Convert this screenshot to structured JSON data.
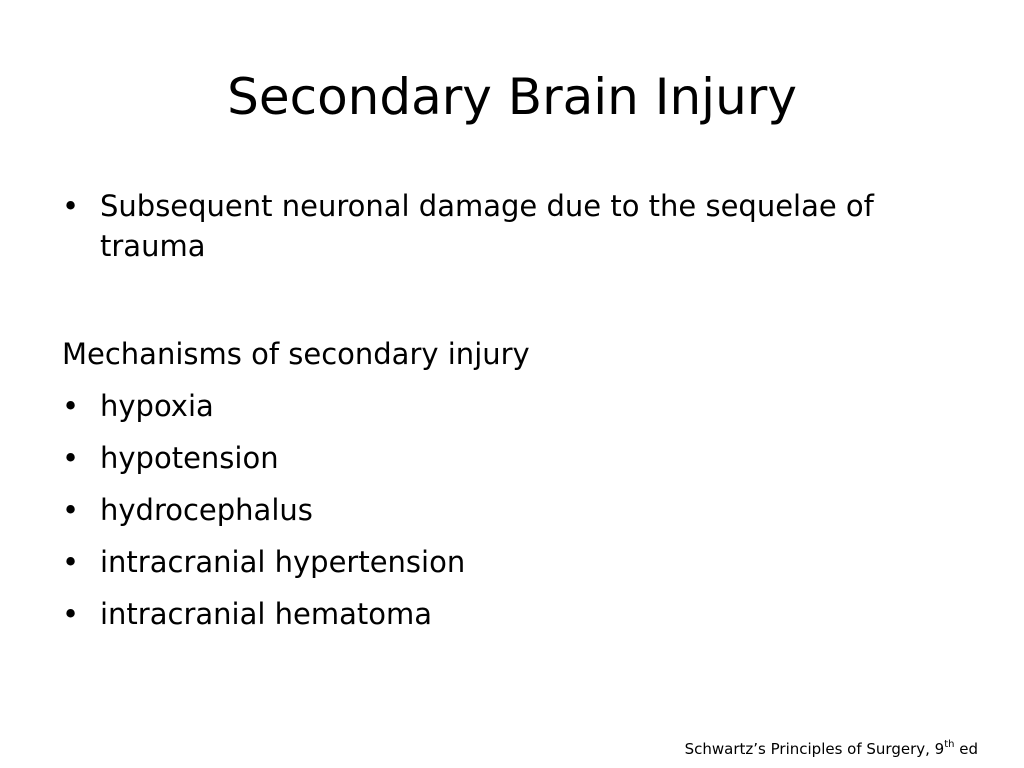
{
  "slide": {
    "title": "Secondary Brain Injury",
    "bullet_glyph": "•",
    "definition": "Subsequent neuronal damage due to the sequelae of trauma",
    "mechanisms_heading": "Mechanisms of secondary injury",
    "mechanisms": [
      "hypoxia",
      "hypotension",
      "hydrocephalus",
      "intracranial hypertension",
      "intracranial hematoma"
    ],
    "citation": {
      "prefix": "Schwartz’s Principles of Surgery, 9",
      "superscript": "th",
      "suffix": " ed"
    }
  }
}
